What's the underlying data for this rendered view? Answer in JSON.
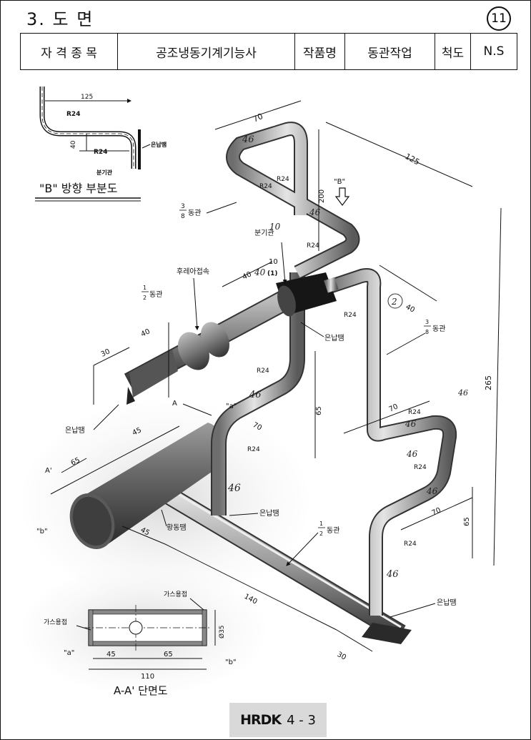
{
  "header": {
    "section_title": "3. 도 면",
    "page_number": "11"
  },
  "title_block": {
    "qualification_label": "자 격 종 목",
    "qualification_value": "공조냉동기계기능사",
    "work_label": "작품명",
    "work_value": "동관작업",
    "scale_label": "척도",
    "scale_value": "N.S"
  },
  "detail_view": {
    "caption": "\"B\" 방향 부분도",
    "dim_125": "125",
    "r24_top": "R24",
    "r24_bottom": "R24",
    "dim_40": "40",
    "solder_label": "은납땜",
    "branch_label": "분기관"
  },
  "main_view": {
    "dim_70_top": "70",
    "dim_125": "125",
    "r24_a": "R24",
    "r24_b": "R24",
    "r24_c": "R24",
    "r24_d": "R24",
    "r24_e": "R24",
    "r24_f": "R24",
    "r24_g": "R24",
    "r24_h": "R24",
    "r24_i": "R24",
    "dim_200": "200",
    "b_direction": "\"B\"",
    "pipe_3_8_upper": "동관",
    "frac_3": "3",
    "frac_8": "8",
    "branch_pipe": "분기관",
    "flare_fitting": "후레아접속",
    "dim_40_flare": "40",
    "dim_10": "10",
    "marker_1": "(1)",
    "pipe_1_2_left": "동관",
    "frac_1": "1",
    "frac_2": "2",
    "dim_40_left": "40",
    "dim_30_left": "30",
    "dim_40_right": "40",
    "solder_center": "은납땜",
    "pipe_3_8_right": "동관",
    "dim_265": "265",
    "label_a": "A",
    "label_a_quote": "\"a\"",
    "dim_70_mid": "70",
    "dim_65_mid": "65",
    "solder_left_end": "은납땜",
    "dim_45_top": "45",
    "label_a_prime": "A'",
    "dim_65_left": "65",
    "dim_70_right": "70",
    "dim_65_right": "65",
    "label_b_quote": "\"b\"",
    "brass_solder": "황동땜",
    "dim_45_bottom": "45",
    "solder_main": "은납땜",
    "pipe_1_2_main": "동관",
    "dim_140": "140",
    "solder_end": "은납땜",
    "dim_30_end": "30",
    "hand_46_a": "46",
    "hand_46_b": "46",
    "hand_46_c": "46",
    "hand_46_d": "46",
    "hand_46_e": "46",
    "hand_46_f": "46",
    "hand_46_g": "46",
    "hand_46_h": "46",
    "hand_46_i": "46",
    "hand_10": "10",
    "hand_40_2": "40",
    "hand_2_circle": "2"
  },
  "section_view": {
    "caption": "A-A' 단면도",
    "gas_weld_top": "가스용접",
    "gas_weld_left": "가스용접",
    "label_a": "\"a\"",
    "label_b": "\"b\"",
    "dim_45": "45",
    "dim_65": "65",
    "dim_110": "110",
    "dim_dia35": "Ø35"
  },
  "footer": {
    "logo": "HRDK",
    "page": "4 - 3"
  }
}
